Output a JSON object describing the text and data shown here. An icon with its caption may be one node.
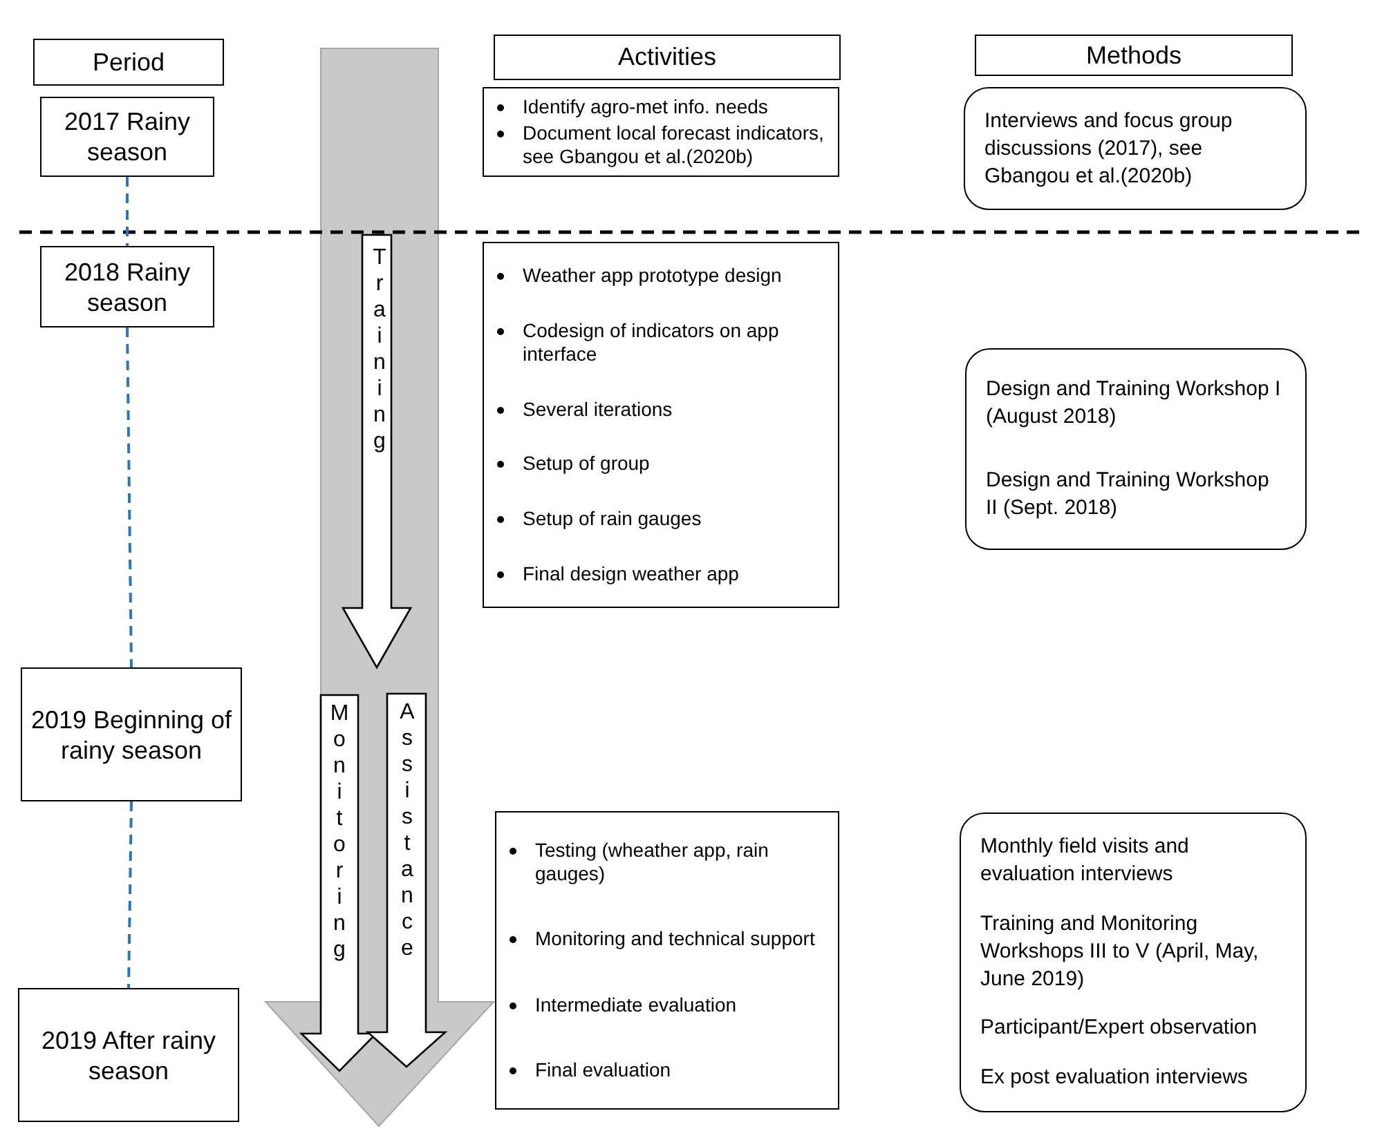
{
  "diagram": {
    "nodes": [
      {
        "text": [
          "Period"
        ]
      },
      {
        "text": [
          "Activities"
        ]
      },
      {
        "text": [
          "Methods"
        ]
      },
      {
        "text": [
          "2017 Rainy season"
        ]
      },
      {
        "text": [
          "Identify agro-met info. needs",
          "Document local forecast indicators, see Gbangou et al.(2020b)"
        ]
      },
      {
        "text": [
          "Interviews and focus group discussions (2017), see Gbangou et al.(2020b)"
        ]
      },
      {
        "text": [
          "2018 Rainy season"
        ]
      },
      {
        "text": [
          "Weather app prototype design",
          "Codesign of indicators on app interface",
          "Several iterations",
          "Setup of group",
          "Setup of rain gauges",
          "Final design weather app"
        ]
      },
      {
        "text": [
          "Design and Training Workshop I (August 2018)",
          "Design and Training Workshop II (Sept. 2018)"
        ]
      },
      {
        "text": [
          "2019 Beginning of rainy season"
        ]
      },
      {
        "text": [
          "Testing (wheather app, rain gauges)",
          "Monitoring and technical support",
          "Intermediate evaluation",
          "Final evaluation"
        ]
      },
      {
        "text": [
          "Monthly field visits and evaluation interviews",
          "Training and Monitoring Workshops III to V (April, May, June 2019)",
          "Participant/Expert observation",
          "Ex post evaluation interviews"
        ]
      },
      {
        "text": [
          "2019 After rainy season"
        ]
      }
    ],
    "edges": [
      {
        "from": 3,
        "to": 6,
        "arrow": "none",
        "style": "dashed"
      },
      {
        "from": 6,
        "to": 9,
        "arrow": "none",
        "style": "dashed"
      },
      {
        "from": 9,
        "to": 12,
        "arrow": "none",
        "style": "dashed"
      }
    ],
    "labels": [
      "Training",
      "Monitoring",
      "Assistance"
    ]
  }
}
